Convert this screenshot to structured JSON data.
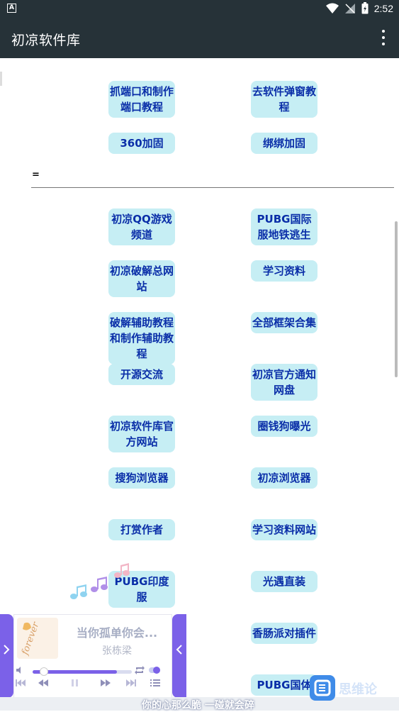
{
  "status_bar": {
    "time": "2:52",
    "left_badge": "A"
  },
  "app_bar": {
    "title": "初凉软件库",
    "more_icon": "more-vert-icon"
  },
  "divider_text": "=",
  "buttons_top": [
    {
      "label": "抓端口和制作端口教程"
    },
    {
      "label": "去软件弹窗教程"
    },
    {
      "label": "360加固"
    },
    {
      "label": "绑绑加固"
    }
  ],
  "buttons": [
    {
      "label": "初凉QQ游戏频道"
    },
    {
      "label": "PUBG国际服地铁逃生"
    },
    {
      "label": "初凉破解总网站"
    },
    {
      "label": "学习资料"
    },
    {
      "label": "破解辅助教程和制作辅助教程"
    },
    {
      "label": "全部框架合集"
    },
    {
      "label": "开源交流"
    },
    {
      "label": "初凉官方通知网盘"
    },
    {
      "label": "初凉软件库官方网站"
    },
    {
      "label": "圈钱狗曝光"
    },
    {
      "label": "搜狗浏览器"
    },
    {
      "label": "初凉浏览器"
    },
    {
      "label": "打赏作者"
    },
    {
      "label": "学习资料网站"
    },
    {
      "label": "PUBG印度服"
    },
    {
      "label": "光遇直装"
    },
    {
      "label": "香肠派对插件"
    },
    {
      "label": "PUBG国体"
    }
  ],
  "music_player": {
    "song": "当你孤单你会...",
    "artist": "张栋梁",
    "cover_text": "forever",
    "progress": 0.85,
    "lyric": "你的心那么脆 一碰就会碎",
    "colors": {
      "accent": "#7b61e8"
    }
  },
  "overlay_badge": {
    "text": "思维论"
  },
  "colors": {
    "appbar": "#263238",
    "button_bg": "#c6eef4",
    "button_text": "#0a2ea8"
  }
}
